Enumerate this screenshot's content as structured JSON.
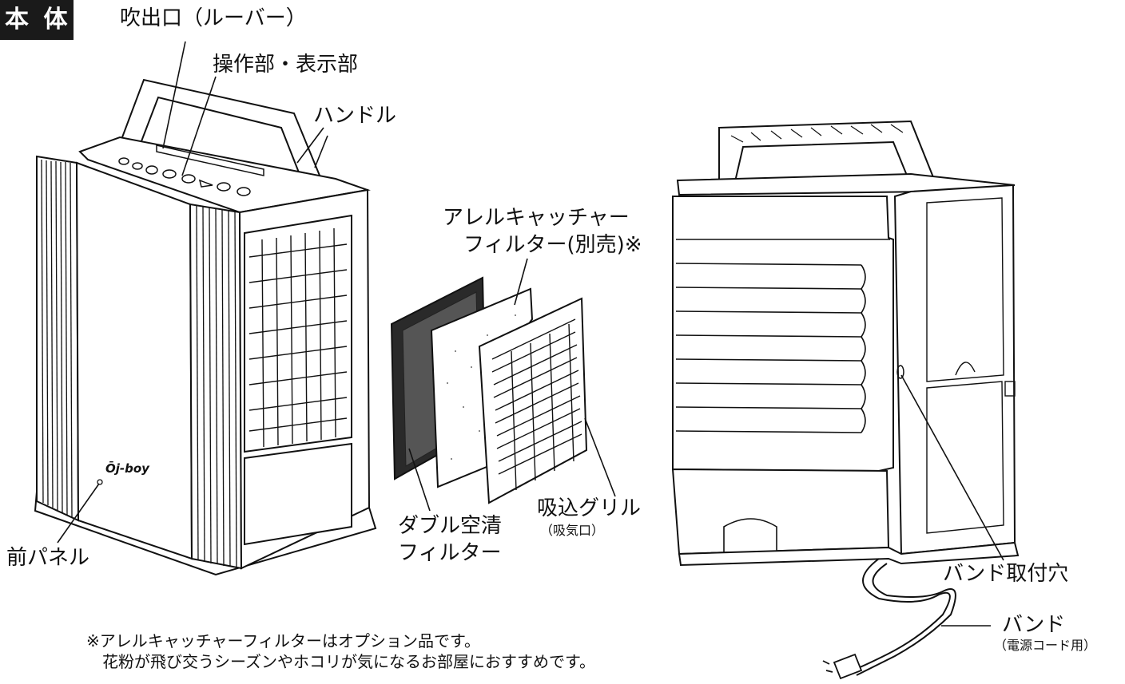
{
  "section_title": "本 体",
  "brand_logo": "Ōj-boy",
  "labels": {
    "outlet": "吹出口（ルーバー）",
    "control_display": "操作部・表示部",
    "handle": "ハンドル",
    "allergen_filter_line1": "アレルキャッチャー",
    "allergen_filter_line2": "フィルター(別売)※",
    "front_panel": "前パネル",
    "double_filter_line1": "ダブル空清",
    "double_filter_line2": "フィルター",
    "intake_grille": "吸込グリル",
    "intake_grille_sub": "（吸気口）",
    "band_hole": "バンド取付穴",
    "band": "バンド",
    "band_sub": "（電源コード用）"
  },
  "notes": [
    "※アレルキャッチャーフィルターはオプション品です。",
    "　花粉が飛び交うシーズンやホコリが気になるお部屋におすすめです。"
  ]
}
